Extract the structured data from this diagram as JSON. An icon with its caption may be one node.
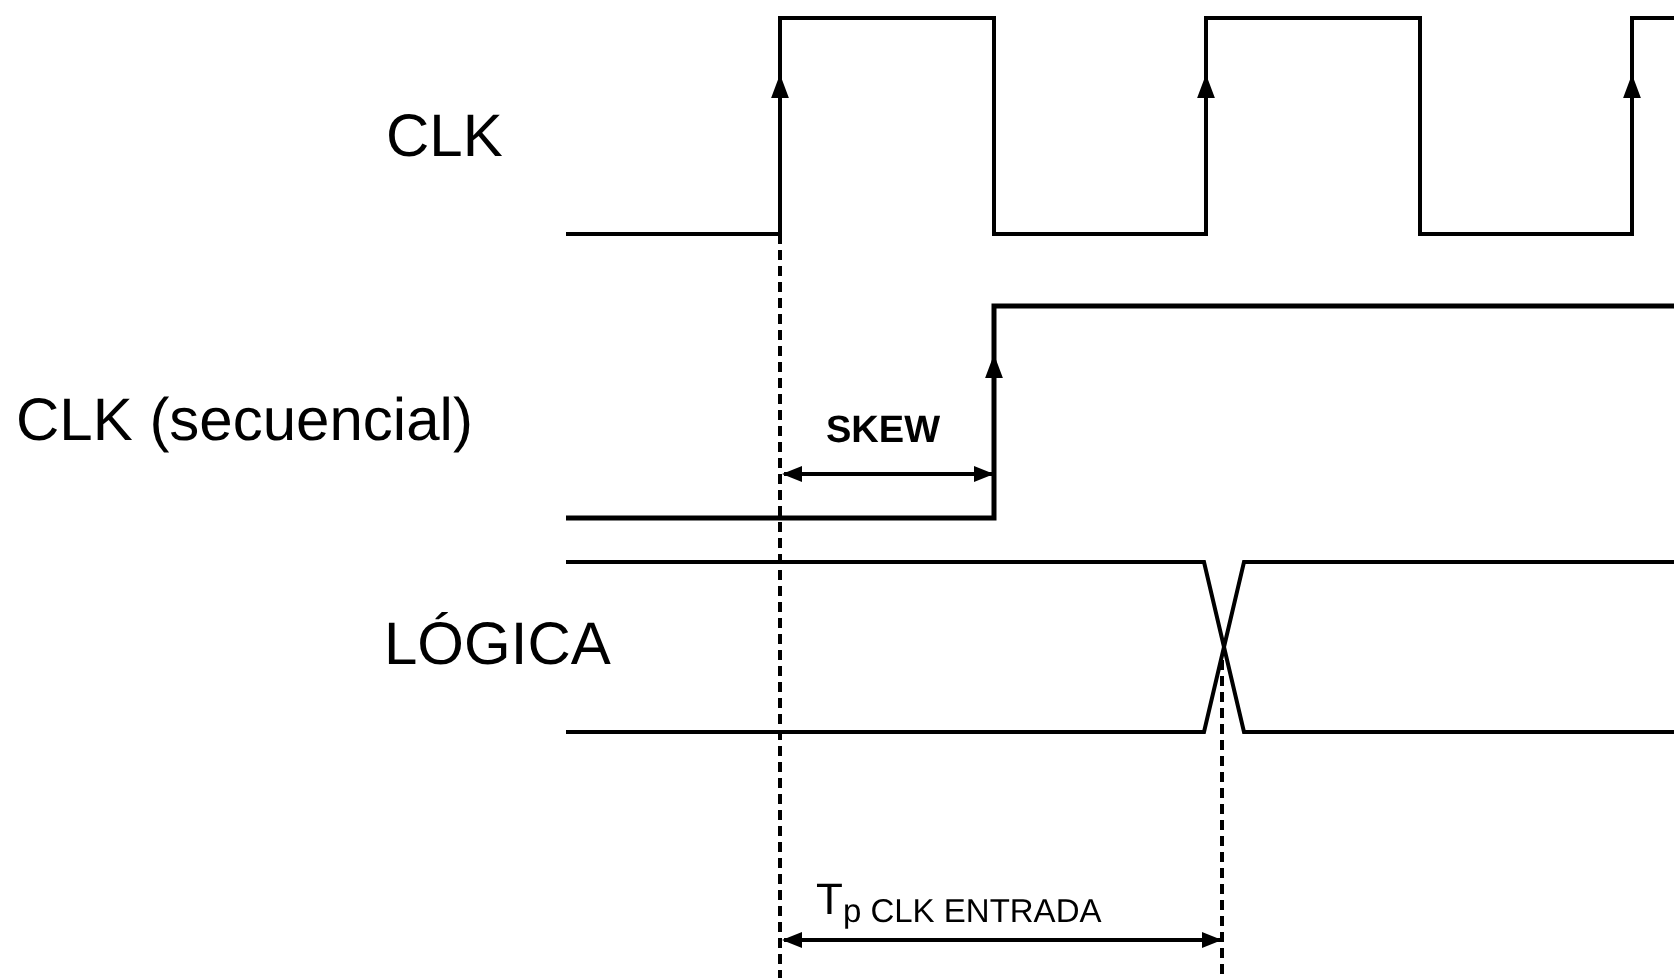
{
  "diagram": {
    "labels": [
      "CLK",
      "CLK (secuencial)",
      "LÓGICA",
      "SKEW",
      "T$_{p CLK ENTRADA}$"
    ]
  }
}
